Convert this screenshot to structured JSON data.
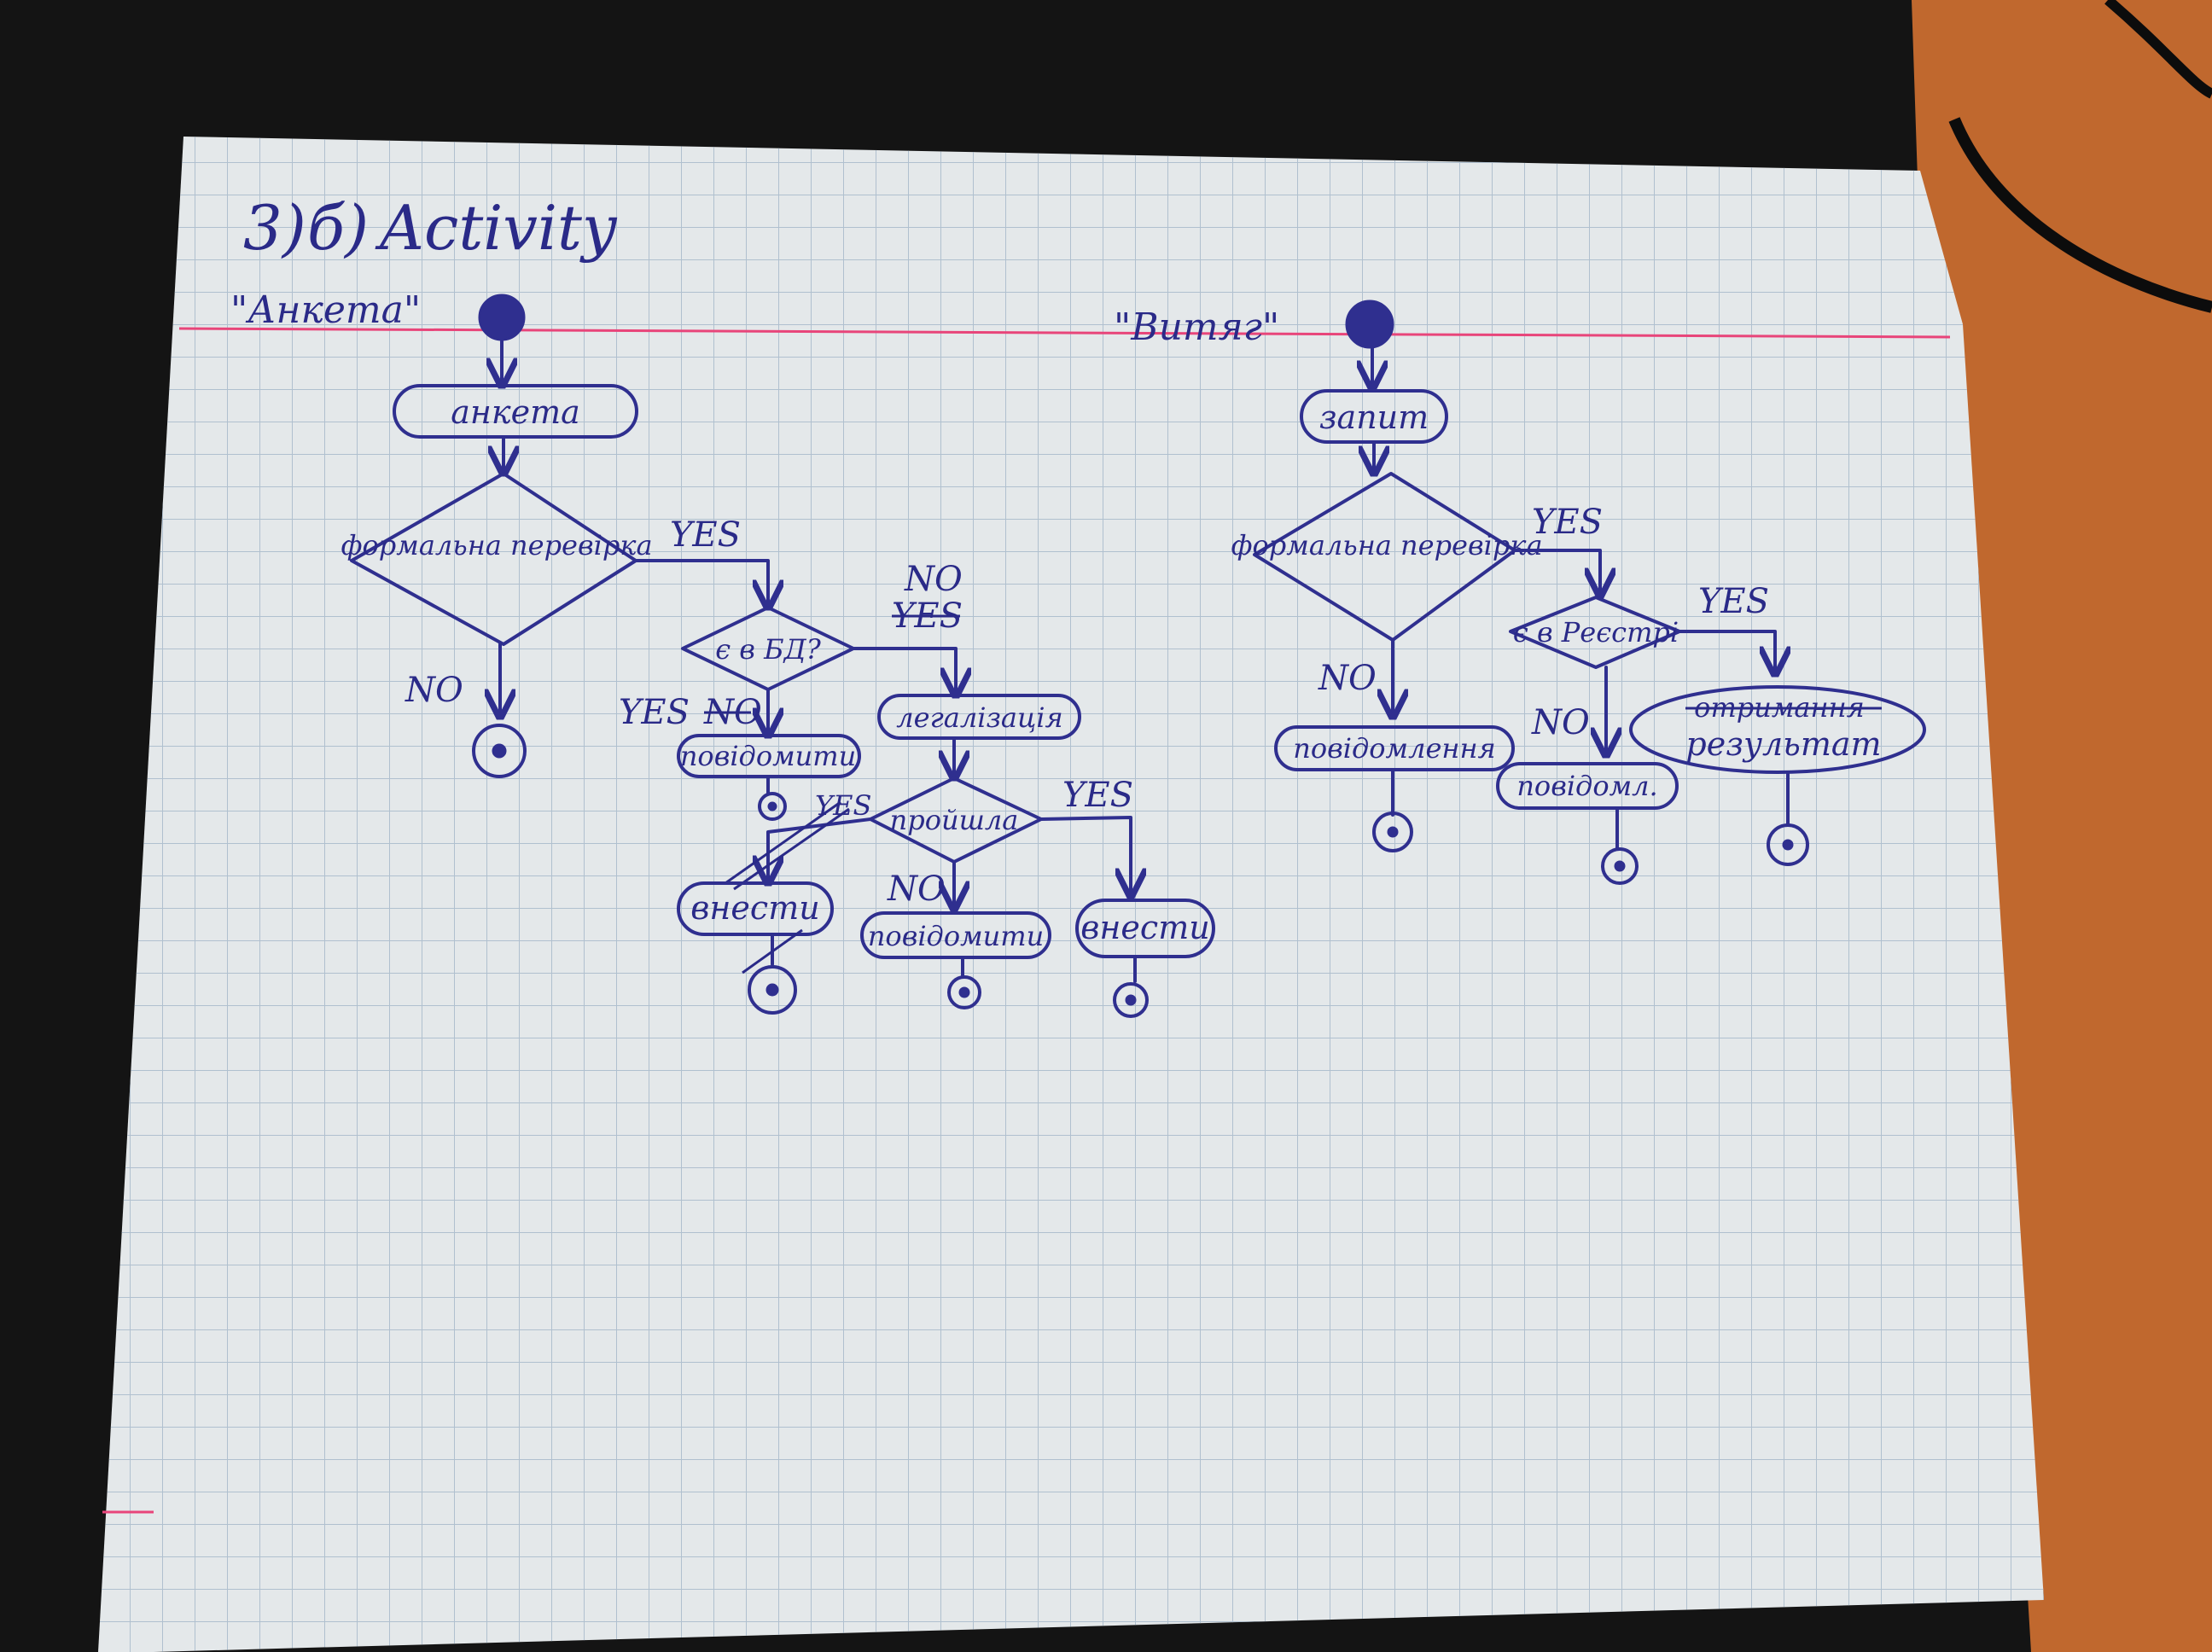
{
  "colors": {
    "desk_dark": "#141414",
    "desk_wood": "#c0682e",
    "paper": "#e4e8ea",
    "grid": "#9fb3c6",
    "margin_line": "#e8457a",
    "ink": "#2f2f8f"
  },
  "heading": {
    "number": "3)",
    "letter": "б)",
    "word": "Activity"
  },
  "left_diagram": {
    "name": "\"Анкета\"",
    "nodes": {
      "action_start": "анкета",
      "decision_check": "формальна перевірка",
      "decision_db": "є в БД?",
      "action_notify": "повідомити",
      "action_legalize": "легалізація",
      "decision_passed": "пройшла",
      "action_enter_left": "внести",
      "action_notify2": "повідомити",
      "action_enter_right": "внести"
    },
    "edges": {
      "check_yes": "YES",
      "check_no": "NO",
      "db_no": "NO",
      "db_yes_struck": "YES",
      "db_yes": "YES",
      "db_no_struck": "NO",
      "passed_yes_struck": "YES",
      "passed_no": "NO",
      "passed_yes": "YES"
    }
  },
  "right_diagram": {
    "name": "\"Витяг\"",
    "nodes": {
      "action_start": "запит",
      "decision_check": "формальна перевірка",
      "decision_registry": "є в Реєстрі",
      "action_notify": "повідомлення",
      "action_notify2": "повідомл.",
      "action_result_struck": "отримання",
      "action_result": "результат"
    },
    "edges": {
      "check_yes": "YES",
      "check_no": "NO",
      "registry_yes": "YES",
      "registry_no": "NO"
    }
  }
}
